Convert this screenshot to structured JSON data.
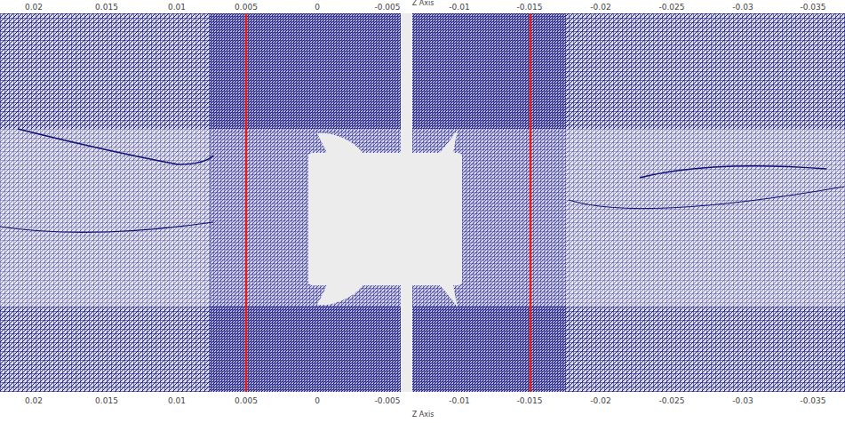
{
  "diagram": {
    "labels": [
      "Z Axis",
      "0.02",
      "0.015",
      "0.01",
      "0.005",
      "0",
      "-0.005",
      "-0.01",
      "-0.015",
      "-0.02",
      "-0.025",
      "-0.03",
      "-0.035",
      "0.02",
      "0.015",
      "0.01",
      "0.005",
      "0",
      "-0.005",
      "-0.01",
      "-0.015",
      "-0.02",
      "-0.025",
      "-0.03",
      "-0.035",
      "Z Axis"
    ]
  }
}
